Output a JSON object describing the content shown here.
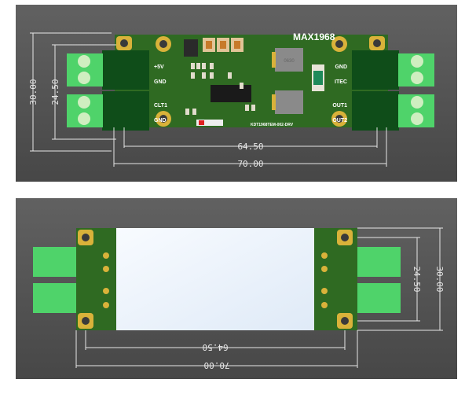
{
  "top_view": {
    "chip_title": "MAX1968",
    "board_name": "KDT1968TEM-002-DRV",
    "left_labels": [
      "+5V",
      "GND",
      "CLT1",
      "GND"
    ],
    "right_labels": [
      "GND",
      "ITEC",
      "OUT1",
      "OUT2"
    ],
    "inductor_marking": "0630",
    "dimensions": {
      "height_outer": "30.00",
      "height_inner": "24.50",
      "width_inner": "64.50",
      "width_outer": "70.00"
    }
  },
  "bottom_view": {
    "dimensions": {
      "height_outer": "30.00",
      "height_inner": "24.50",
      "width_inner": "64.50",
      "width_outer": "70.00"
    }
  },
  "colors": {
    "background": "#5a5a5a",
    "pcb": "#2f6a22",
    "pad": "#d9b23a",
    "terminal": "#4fd36a",
    "terminal_block": "#0f4d19"
  }
}
